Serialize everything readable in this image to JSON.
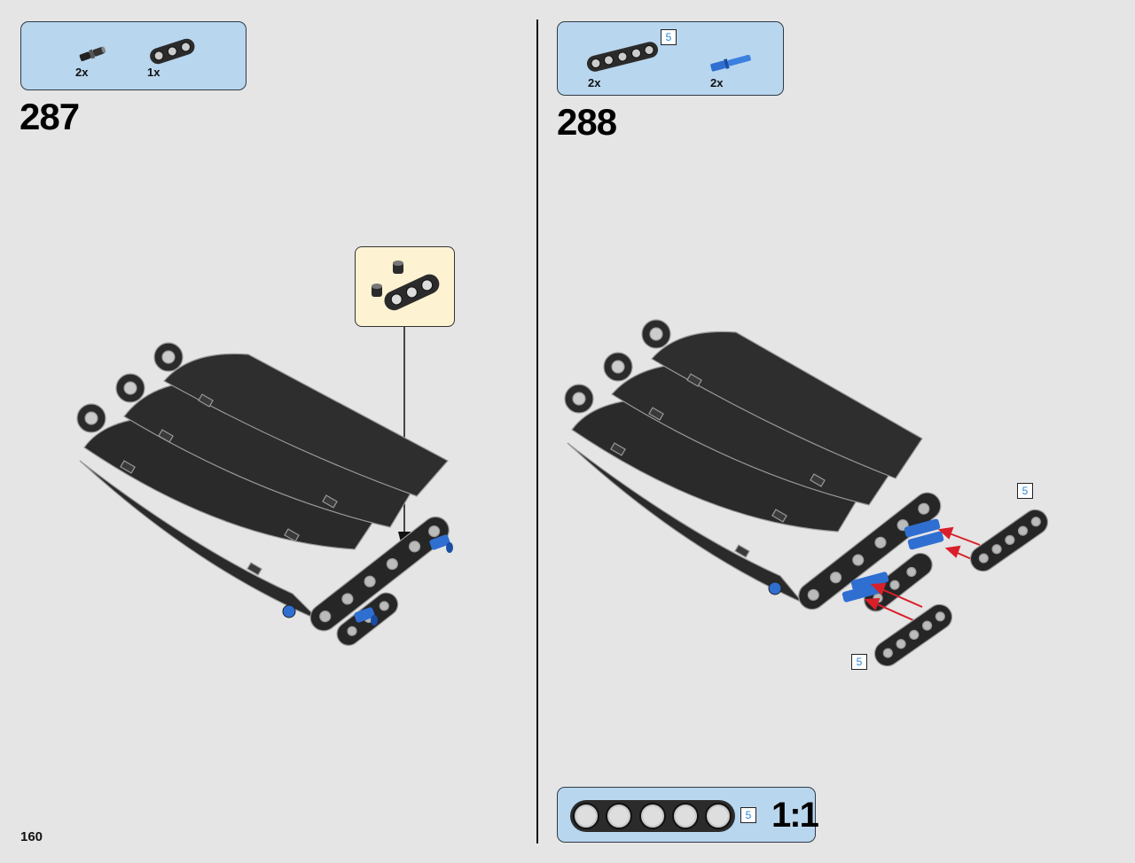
{
  "step287": {
    "number": "287",
    "parts": [
      {
        "name": "black-connector-pin",
        "qty": "2x"
      },
      {
        "name": "black-3-hole-beam",
        "qty": "1x"
      }
    ],
    "callout_icon": "beam-with-pins"
  },
  "step288": {
    "number": "288",
    "parts": [
      {
        "name": "black-5-hole-beam",
        "qty": "2x",
        "length_tag": "5"
      },
      {
        "name": "blue-axle-pin",
        "qty": "2x"
      }
    ],
    "beam_tags": [
      "5",
      "5"
    ]
  },
  "scale_box": {
    "length_tag": "5",
    "scale": "1:1",
    "holes": 5
  },
  "page_number": "160",
  "colors": {
    "background": "#e5e5e5",
    "parts_box": "#b9d6ef",
    "callout": "#fdf2d2",
    "beam": "#2b2b2b",
    "blue_pin": "#2f6fd1",
    "arrow_red": "#d9202a",
    "tag_text": "#2a86d6"
  }
}
